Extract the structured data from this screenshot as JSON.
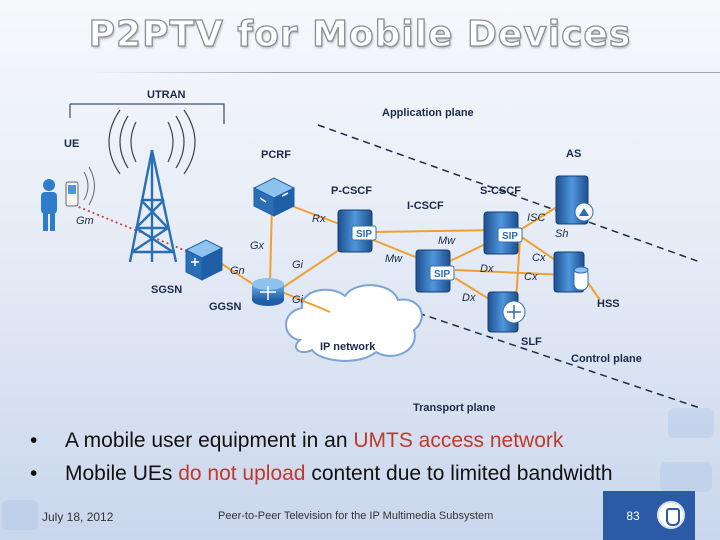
{
  "slide": {
    "title": "P2PTV for Mobile Devices",
    "footer_date": "July 18, 2012",
    "footer_title": "Peer-to-Peer Television for the IP Multimedia Subsystem",
    "page_number": "83"
  },
  "diagram": {
    "labels": {
      "utran": "UTRAN",
      "ue": "UE",
      "application_plane": "Application plane",
      "control_plane": "Control plane",
      "transport_plane": "Transport plane",
      "pcrf": "PCRF",
      "p_cscf": "P-CSCF",
      "i_cscf": "I-CSCF",
      "s_cscf": "S-CSCF",
      "as": "AS",
      "sgsn": "SGSN",
      "ggsn": "GGSN",
      "hss": "HSS",
      "slf": "SLF",
      "ip_network": "IP network"
    },
    "interfaces": {
      "gm": "Gm",
      "rx": "Rx",
      "gx": "Gx",
      "gn": "Gn",
      "gi_1": "Gi",
      "gi_2": "Gi",
      "mw_1": "Mw",
      "mw_2": "Mw",
      "isc": "ISC",
      "sh": "Sh",
      "cx_1": "Cx",
      "cx_2": "Cx",
      "dx_1": "Dx",
      "dx_2": "Dx"
    },
    "sip_badge": "SIP"
  },
  "bullets": {
    "b1_pre": "A mobile user equipment in an ",
    "b1_hl": "UMTS access network",
    "b2_pre": "Mobile UEs ",
    "b2_hl": "do not upload",
    "b2_post": " content due to limited bandwidth",
    "bullet_glyph": "•"
  },
  "colors": {
    "accent_red": "#c0392b",
    "page_box": "#2b5aa7",
    "link_orange": "#f0a030",
    "server_blue": "#2a6fb5"
  }
}
